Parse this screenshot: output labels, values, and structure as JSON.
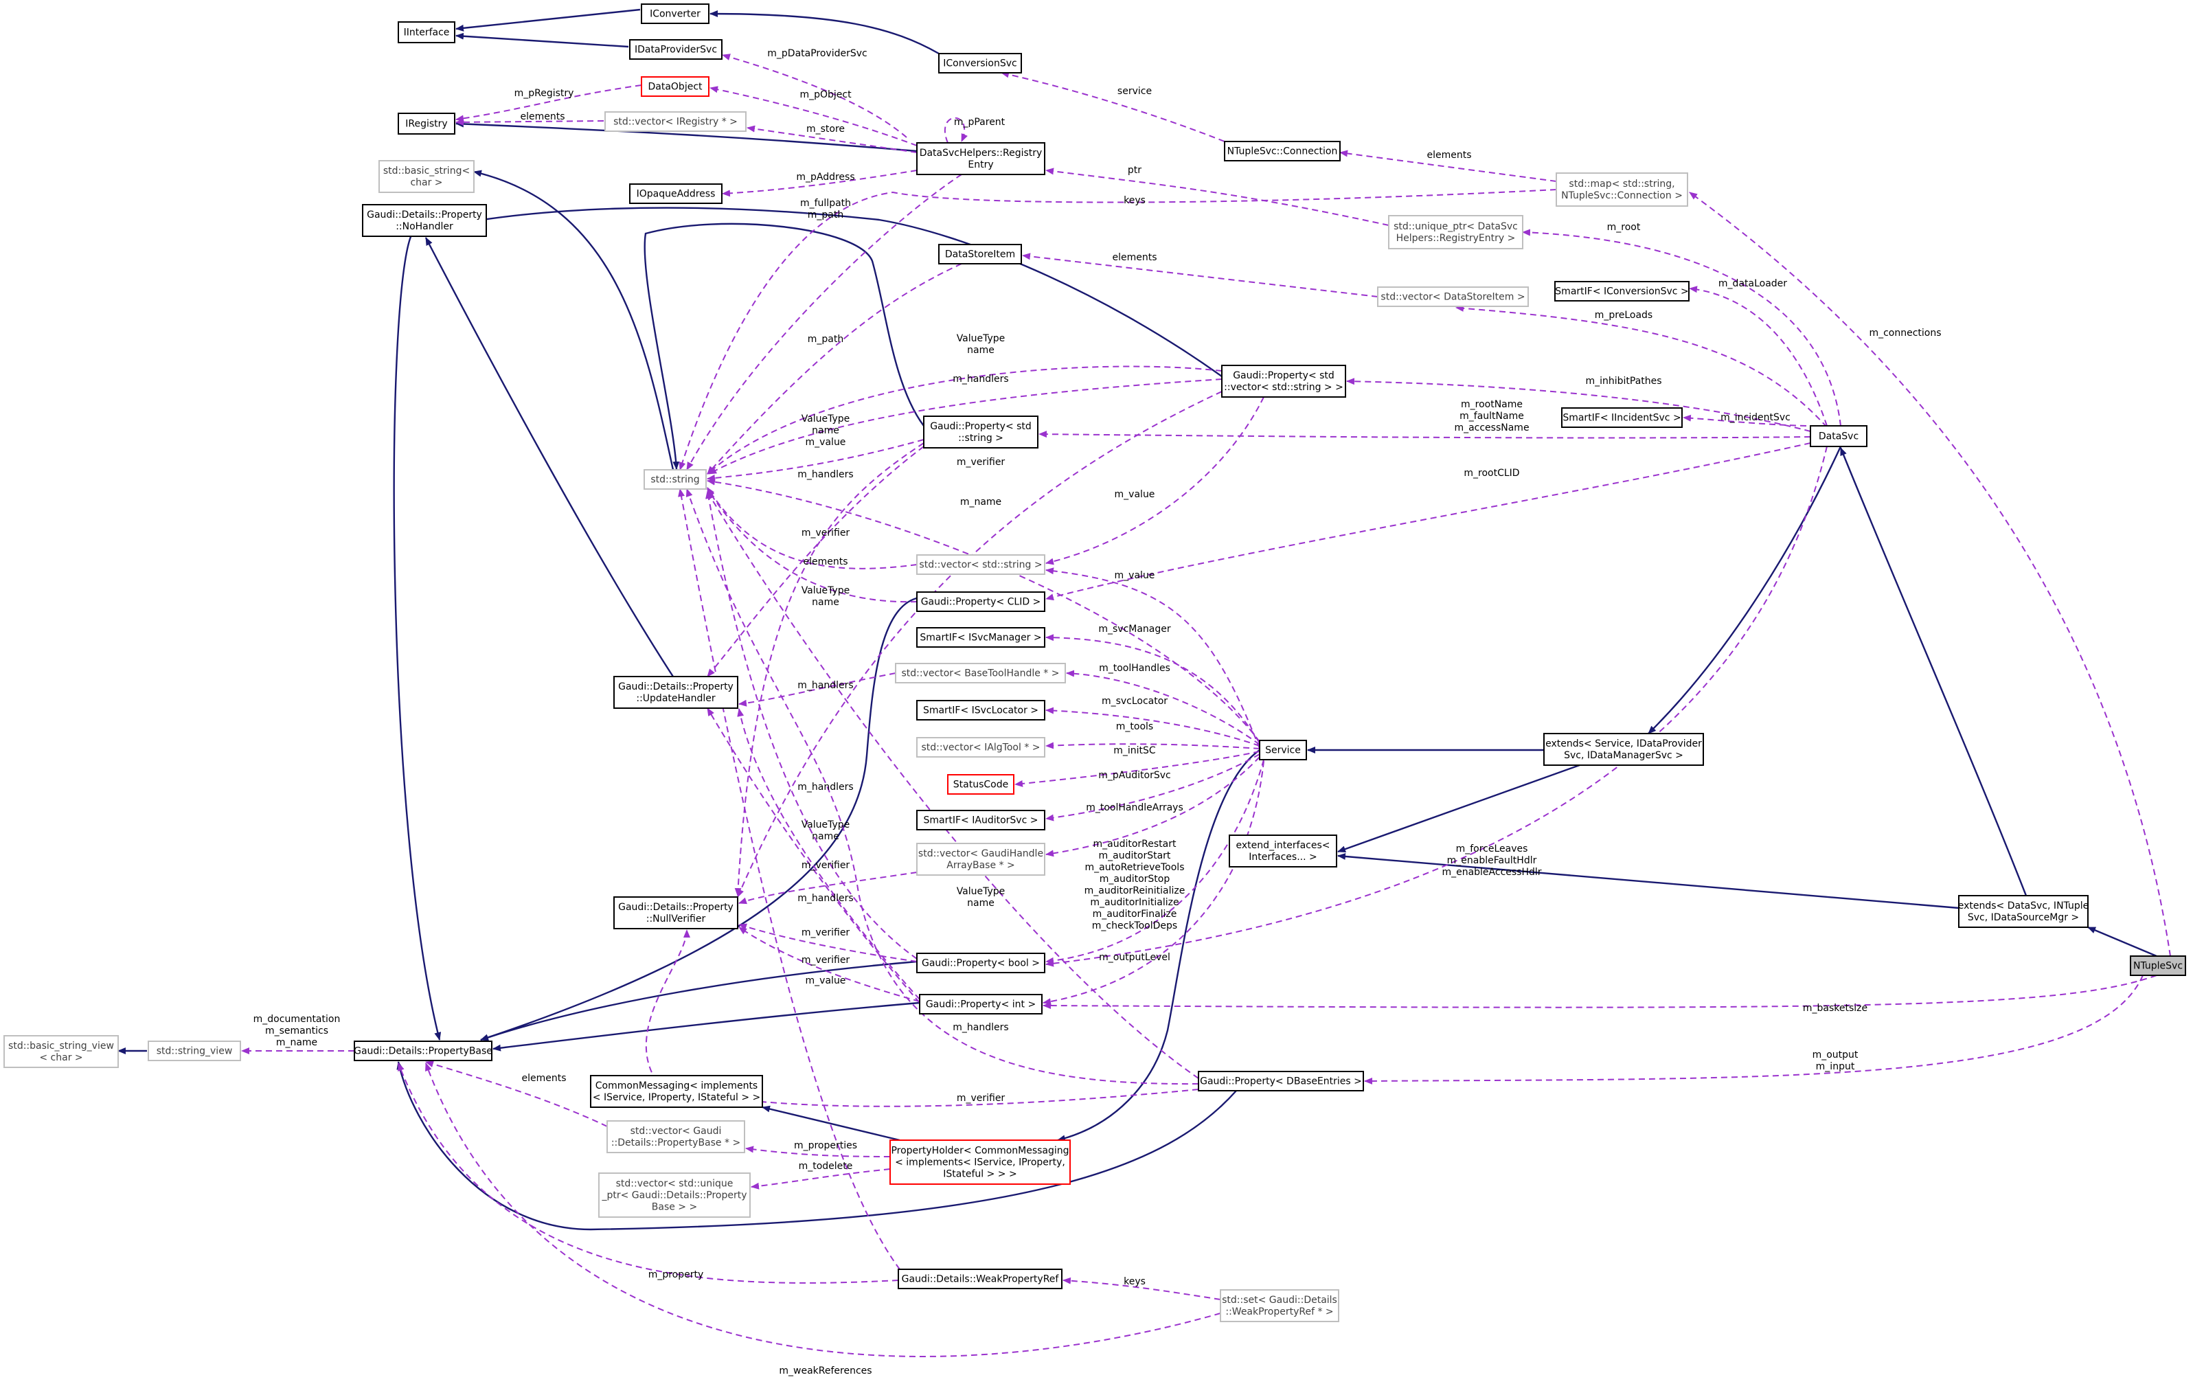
{
  "colors": {
    "inherit_edge": "#191970",
    "usage_edge": "#9a32cd",
    "node_border": "#000000",
    "external_border": "#bfbfbf",
    "incomplete_border": "#ff0000",
    "focus_fill": "#bfbfbf",
    "node_fill": "#ffffff",
    "label_text": "#000000",
    "external_text": "#404040"
  },
  "nodes": [
    {
      "id": "IInterface",
      "lines": [
        "IInterface"
      ],
      "style": "normal"
    },
    {
      "id": "IConverter",
      "lines": [
        "IConverter"
      ],
      "style": "normal"
    },
    {
      "id": "IDataProviderSvc",
      "lines": [
        "IDataProviderSvc"
      ],
      "style": "normal"
    },
    {
      "id": "IConversionSvc",
      "lines": [
        "IConversionSvc"
      ],
      "style": "normal"
    },
    {
      "id": "IRegistry",
      "lines": [
        "IRegistry"
      ],
      "style": "normal"
    },
    {
      "id": "DataObject",
      "lines": [
        "DataObject"
      ],
      "style": "incomplete"
    },
    {
      "id": "vecIRegistry",
      "lines": [
        "std::vector< IRegistry * >"
      ],
      "style": "external"
    },
    {
      "id": "RegistryEntry",
      "lines": [
        "DataSvcHelpers::Registry",
        "Entry"
      ],
      "style": "normal"
    },
    {
      "id": "NTupleConnection",
      "lines": [
        "NTupleSvc::Connection"
      ],
      "style": "normal"
    },
    {
      "id": "mapConnection",
      "lines": [
        "std::map< std::string,",
        "NTupleSvc::Connection >"
      ],
      "style": "external"
    },
    {
      "id": "basicStringChar",
      "lines": [
        "std::basic_string<",
        "char >"
      ],
      "style": "external"
    },
    {
      "id": "IOpaqueAddress",
      "lines": [
        "IOpaqueAddress"
      ],
      "style": "normal"
    },
    {
      "id": "uniqueRegistryEntry",
      "lines": [
        "std::unique_ptr< DataSvc",
        "Helpers::RegistryEntry >"
      ],
      "style": "external"
    },
    {
      "id": "NoHandler",
      "lines": [
        "Gaudi::Details::Property",
        "::NoHandler"
      ],
      "style": "normal"
    },
    {
      "id": "DataStoreItem",
      "lines": [
        "DataStoreItem"
      ],
      "style": "normal"
    },
    {
      "id": "vecDataStoreItem",
      "lines": [
        "std::vector< DataStoreItem >"
      ],
      "style": "external"
    },
    {
      "id": "SmartIFIConversionSvc",
      "lines": [
        "SmartIF< IConversionSvc >"
      ],
      "style": "normal"
    },
    {
      "id": "PropVecString",
      "lines": [
        "Gaudi::Property< std",
        "::vector< std::string > >"
      ],
      "style": "normal"
    },
    {
      "id": "SmartIFIIncidentSvc",
      "lines": [
        "SmartIF< IIncidentSvc >"
      ],
      "style": "normal"
    },
    {
      "id": "DataSvc",
      "lines": [
        "DataSvc"
      ],
      "style": "normal"
    },
    {
      "id": "PropString",
      "lines": [
        "Gaudi::Property< std",
        "::string >"
      ],
      "style": "normal"
    },
    {
      "id": "stdString",
      "lines": [
        "std::string"
      ],
      "style": "external"
    },
    {
      "id": "vecString",
      "lines": [
        "std::vector< std::string >"
      ],
      "style": "external"
    },
    {
      "id": "PropCLID",
      "lines": [
        "Gaudi::Property< CLID >"
      ],
      "style": "normal"
    },
    {
      "id": "SmartIFISvcManager",
      "lines": [
        "SmartIF< ISvcManager >"
      ],
      "style": "normal"
    },
    {
      "id": "UpdateHandler",
      "lines": [
        "Gaudi::Details::Property",
        "::UpdateHandler"
      ],
      "style": "normal"
    },
    {
      "id": "vecBaseToolHandle",
      "lines": [
        "std::vector< BaseToolHandle * >"
      ],
      "style": "external"
    },
    {
      "id": "SmartIFISvcLocator",
      "lines": [
        "SmartIF< ISvcLocator >"
      ],
      "style": "normal"
    },
    {
      "id": "vecIAlgTool",
      "lines": [
        "std::vector< IAlgTool * >"
      ],
      "style": "external"
    },
    {
      "id": "Service",
      "lines": [
        "Service"
      ],
      "style": "normal"
    },
    {
      "id": "extendsService",
      "lines": [
        "extends< Service, IDataProvider",
        "Svc, IDataManagerSvc >"
      ],
      "style": "normal"
    },
    {
      "id": "StatusCode",
      "lines": [
        "StatusCode"
      ],
      "style": "incomplete"
    },
    {
      "id": "SmartIFIAuditorSvc",
      "lines": [
        "SmartIF< IAuditorSvc >"
      ],
      "style": "normal"
    },
    {
      "id": "extendInterfaces",
      "lines": [
        "extend_interfaces<",
        "Interfaces... >"
      ],
      "style": "normal"
    },
    {
      "id": "vecGaudiHandleArray",
      "lines": [
        "std::vector< GaudiHandle",
        "ArrayBase * >"
      ],
      "style": "external"
    },
    {
      "id": "extendsDataSvc",
      "lines": [
        "extends< DataSvc, INTuple",
        "Svc, IDataSourceMgr >"
      ],
      "style": "normal"
    },
    {
      "id": "NullVerifier",
      "lines": [
        "Gaudi::Details::Property",
        "::NullVerifier"
      ],
      "style": "normal"
    },
    {
      "id": "PropBool",
      "lines": [
        "Gaudi::Property< bool >"
      ],
      "style": "normal"
    },
    {
      "id": "NTupleSvc",
      "lines": [
        "NTupleSvc"
      ],
      "style": "focus"
    },
    {
      "id": "PropInt",
      "lines": [
        "Gaudi::Property< int >"
      ],
      "style": "normal"
    },
    {
      "id": "basicStringView",
      "lines": [
        "std::basic_string_view",
        "< char >"
      ],
      "style": "external"
    },
    {
      "id": "stringView",
      "lines": [
        "std::string_view"
      ],
      "style": "external"
    },
    {
      "id": "PropertyBase",
      "lines": [
        "Gaudi::Details::PropertyBase"
      ],
      "style": "normal"
    },
    {
      "id": "CommonMessaging",
      "lines": [
        "CommonMessaging< implements",
        "< IService, IProperty, IStateful > >"
      ],
      "style": "normal"
    },
    {
      "id": "PropDBaseEntries",
      "lines": [
        "Gaudi::Property< DBaseEntries >"
      ],
      "style": "normal"
    },
    {
      "id": "vecPropertyBase",
      "lines": [
        "std::vector< Gaudi",
        "::Details::PropertyBase * >"
      ],
      "style": "external"
    },
    {
      "id": "PropertyHolder",
      "lines": [
        "PropertyHolder< CommonMessaging",
        "< implements< IService, IProperty,",
        "IStateful > > >"
      ],
      "style": "incomplete"
    },
    {
      "id": "vecUniquePropertyBase",
      "lines": [
        "std::vector< std::unique",
        "_ptr< Gaudi::Details::Property",
        "Base > >"
      ],
      "style": "external"
    },
    {
      "id": "WeakPropertyRef",
      "lines": [
        "Gaudi::Details::WeakPropertyRef"
      ],
      "style": "normal"
    },
    {
      "id": "setWeakPropertyRef",
      "lines": [
        "std::set< Gaudi::Details",
        "::WeakPropertyRef * >"
      ],
      "style": "external"
    }
  ],
  "edge_labels": [
    {
      "id": "pDataProviderSvc",
      "lines": [
        "m_pDataProviderSvc"
      ]
    },
    {
      "id": "service",
      "lines": [
        "service"
      ]
    },
    {
      "id": "pRegistry",
      "lines": [
        "m_pRegistry"
      ]
    },
    {
      "id": "pObject",
      "lines": [
        "m_pObject"
      ]
    },
    {
      "id": "pParent",
      "lines": [
        "m_pParent"
      ]
    },
    {
      "id": "elements1",
      "lines": [
        "elements"
      ]
    },
    {
      "id": "store",
      "lines": [
        "m_store"
      ]
    },
    {
      "id": "elements2",
      "lines": [
        "elements"
      ]
    },
    {
      "id": "pAddress",
      "lines": [
        "m_pAddress"
      ]
    },
    {
      "id": "ptr",
      "lines": [
        "ptr"
      ]
    },
    {
      "id": "keys1",
      "lines": [
        "keys"
      ]
    },
    {
      "id": "fullpath",
      "lines": [
        "m_fullpath",
        "m_path"
      ]
    },
    {
      "id": "root",
      "lines": [
        "m_root"
      ]
    },
    {
      "id": "elements3",
      "lines": [
        "elements"
      ]
    },
    {
      "id": "dataLoader",
      "lines": [
        "m_dataLoader"
      ]
    },
    {
      "id": "connections",
      "lines": [
        "m_connections"
      ]
    },
    {
      "id": "path",
      "lines": [
        "m_path"
      ]
    },
    {
      "id": "preLoads",
      "lines": [
        "m_preLoads"
      ]
    },
    {
      "id": "valueTypeName1",
      "lines": [
        "ValueType",
        "name"
      ]
    },
    {
      "id": "handlers1",
      "lines": [
        "m_handlers"
      ]
    },
    {
      "id": "inhibitPathes",
      "lines": [
        "m_inhibitPathes"
      ]
    },
    {
      "id": "rootName",
      "lines": [
        "m_rootName",
        "m_faultName",
        "m_accessName"
      ]
    },
    {
      "id": "incidentSvc",
      "lines": [
        "m_incidentSvc"
      ]
    },
    {
      "id": "valueTypeNameValue",
      "lines": [
        "ValueType",
        "name",
        "m_value"
      ]
    },
    {
      "id": "verifier1",
      "lines": [
        "m_verifier"
      ]
    },
    {
      "id": "handlers2",
      "lines": [
        "m_handlers"
      ]
    },
    {
      "id": "rootCLID",
      "lines": [
        "m_rootCLID"
      ]
    },
    {
      "id": "name",
      "lines": [
        "m_name"
      ]
    },
    {
      "id": "value1",
      "lines": [
        "m_value"
      ]
    },
    {
      "id": "verifier2",
      "lines": [
        "m_verifier"
      ]
    },
    {
      "id": "elements4",
      "lines": [
        "elements"
      ]
    },
    {
      "id": "value2",
      "lines": [
        "m_value"
      ]
    },
    {
      "id": "valueTypeName2",
      "lines": [
        "ValueType",
        "name"
      ]
    },
    {
      "id": "svcManager",
      "lines": [
        "m_svcManager"
      ]
    },
    {
      "id": "handlers3",
      "lines": [
        "m_handlers"
      ]
    },
    {
      "id": "toolHandles",
      "lines": [
        "m_toolHandles"
      ]
    },
    {
      "id": "svcLocator",
      "lines": [
        "m_svcLocator"
      ]
    },
    {
      "id": "tools",
      "lines": [
        "m_tools"
      ]
    },
    {
      "id": "initSC",
      "lines": [
        "m_initSC"
      ]
    },
    {
      "id": "handlers4",
      "lines": [
        "m_handlers"
      ]
    },
    {
      "id": "pAuditorSvc",
      "lines": [
        "m_pAuditorSvc"
      ]
    },
    {
      "id": "toolHandleArrays",
      "lines": [
        "m_toolHandleArrays"
      ]
    },
    {
      "id": "valueTypeName3",
      "lines": [
        "ValueType",
        "name"
      ]
    },
    {
      "id": "auditors",
      "lines": [
        "m_auditorRestart",
        "m_auditorStart",
        "m_autoRetrieveTools",
        "m_auditorStop",
        "m_auditorReinitialize",
        "m_auditorInitialize",
        "m_auditorFinalize",
        "m_checkToolDeps"
      ]
    },
    {
      "id": "forceLeaves",
      "lines": [
        "m_forceLeaves",
        "m_enableFaultHdlr",
        "m_enableAccessHdlr"
      ]
    },
    {
      "id": "verifier3",
      "lines": [
        "m_verifier"
      ]
    },
    {
      "id": "handlers5",
      "lines": [
        "m_handlers"
      ]
    },
    {
      "id": "valueTypeName4",
      "lines": [
        "ValueType",
        "name"
      ]
    },
    {
      "id": "verifier4",
      "lines": [
        "m_verifier"
      ]
    },
    {
      "id": "outputLevel",
      "lines": [
        "m_outputLevel"
      ]
    },
    {
      "id": "verifier5",
      "lines": [
        "m_verifier"
      ]
    },
    {
      "id": "value3",
      "lines": [
        "m_value"
      ]
    },
    {
      "id": "documentation",
      "lines": [
        "m_documentation",
        "m_semantics",
        "m_name"
      ]
    },
    {
      "id": "basketsize",
      "lines": [
        "m_basketsize"
      ]
    },
    {
      "id": "handlers6",
      "lines": [
        "m_handlers"
      ]
    },
    {
      "id": "outputInput",
      "lines": [
        "m_output",
        "m_input"
      ]
    },
    {
      "id": "elements5",
      "lines": [
        "elements"
      ]
    },
    {
      "id": "verifier6",
      "lines": [
        "m_verifier"
      ]
    },
    {
      "id": "properties",
      "lines": [
        "m_properties"
      ]
    },
    {
      "id": "todelete",
      "lines": [
        "m_todelete"
      ]
    },
    {
      "id": "property",
      "lines": [
        "m_property"
      ]
    },
    {
      "id": "keys2",
      "lines": [
        "keys"
      ]
    },
    {
      "id": "weakReferences",
      "lines": [
        "m_weakReferences"
      ]
    }
  ]
}
